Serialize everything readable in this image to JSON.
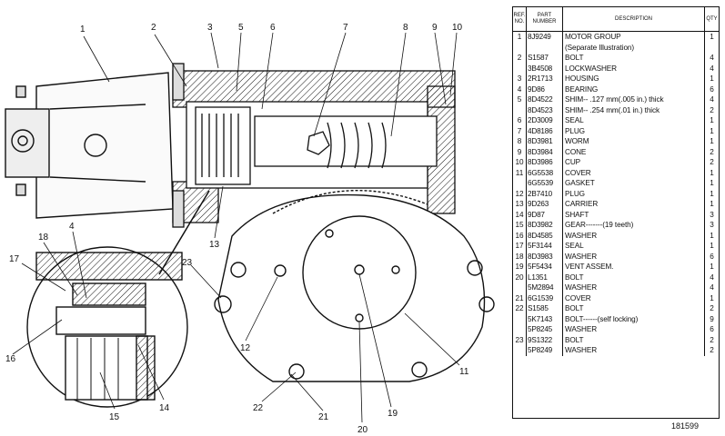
{
  "drawing": {
    "callouts": [
      "1",
      "2",
      "3",
      "5",
      "6",
      "7",
      "8",
      "9",
      "10",
      "4",
      "18",
      "17",
      "16",
      "15",
      "14",
      "13",
      "11",
      "12",
      "19",
      "20",
      "21",
      "22",
      "23"
    ]
  },
  "parts_table": {
    "headers": [
      "REF. NO.",
      "PART NUMBER",
      "DESCRIPTION",
      "QTY"
    ],
    "rows": [
      {
        "ref": "1",
        "part": "8J9249",
        "desc": "MOTOR GROUP",
        "qty": "1"
      },
      {
        "ref": "",
        "part": "",
        "desc": "(Separate Illustration)",
        "qty": ""
      },
      {
        "ref": "2",
        "part": "S1587",
        "desc": "BOLT",
        "qty": "4"
      },
      {
        "ref": "",
        "part": "3B4508",
        "desc": "LOCKWASHER",
        "qty": "4"
      },
      {
        "ref": "3",
        "part": "2R1713",
        "desc": "HOUSING",
        "qty": "1"
      },
      {
        "ref": "4",
        "part": "9D86",
        "desc": "BEARING",
        "qty": "6"
      },
      {
        "ref": "5",
        "part": "8D4522",
        "desc": "SHIM-- .127 mm(.005 in.) thick",
        "qty": "4"
      },
      {
        "ref": "",
        "part": "8D4523",
        "desc": "SHIM-- .254 mm(.01 in.) thick",
        "qty": "2"
      },
      {
        "ref": "6",
        "part": "2D3009",
        "desc": "SEAL",
        "qty": "1"
      },
      {
        "ref": "7",
        "part": "4D8186",
        "desc": "PLUG",
        "qty": "1"
      },
      {
        "ref": "8",
        "part": "8D3981",
        "desc": "WORM",
        "qty": "1"
      },
      {
        "ref": "9",
        "part": "8D3984",
        "desc": "CONE",
        "qty": "2"
      },
      {
        "ref": "10",
        "part": "8D3986",
        "desc": "CUP",
        "qty": "2"
      },
      {
        "ref": "11",
        "part": "6G5538",
        "desc": "COVER",
        "qty": "1"
      },
      {
        "ref": "",
        "part": "6G5539",
        "desc": "GASKET",
        "qty": "1"
      },
      {
        "ref": "12",
        "part": "2B7410",
        "desc": "PLUG",
        "qty": "1"
      },
      {
        "ref": "13",
        "part": "9D263",
        "desc": "CARRIER",
        "qty": "1"
      },
      {
        "ref": "14",
        "part": "9D87",
        "desc": "SHAFT",
        "qty": "3"
      },
      {
        "ref": "15",
        "part": "8D3982",
        "desc": "GEAR-------(19 teeth)",
        "qty": "3"
      },
      {
        "ref": "16",
        "part": "8D4585",
        "desc": "WASHER",
        "qty": "1"
      },
      {
        "ref": "17",
        "part": "5F3144",
        "desc": "SEAL",
        "qty": "1"
      },
      {
        "ref": "18",
        "part": "8D3983",
        "desc": "WASHER",
        "qty": "6"
      },
      {
        "ref": "19",
        "part": "5F5434",
        "desc": "VENT ASSEM.",
        "qty": "1"
      },
      {
        "ref": "20",
        "part": "L1351",
        "desc": "BOLT",
        "qty": "4"
      },
      {
        "ref": "",
        "part": "5M2894",
        "desc": "WASHER",
        "qty": "4"
      },
      {
        "ref": "21",
        "part": "6G1539",
        "desc": "COVER",
        "qty": "1"
      },
      {
        "ref": "22",
        "part": "S1585",
        "desc": "BOLT",
        "qty": "2"
      },
      {
        "ref": "",
        "part": "5K7143",
        "desc": "BOLT------(self locking)",
        "qty": "9"
      },
      {
        "ref": "",
        "part": "5P8245",
        "desc": "WASHER",
        "qty": "6"
      },
      {
        "ref": "23",
        "part": "9S1322",
        "desc": "BOLT",
        "qty": "2"
      },
      {
        "ref": "",
        "part": "5P8249",
        "desc": "WASHER",
        "qty": "2"
      }
    ]
  },
  "footer": {
    "code": "181599"
  }
}
